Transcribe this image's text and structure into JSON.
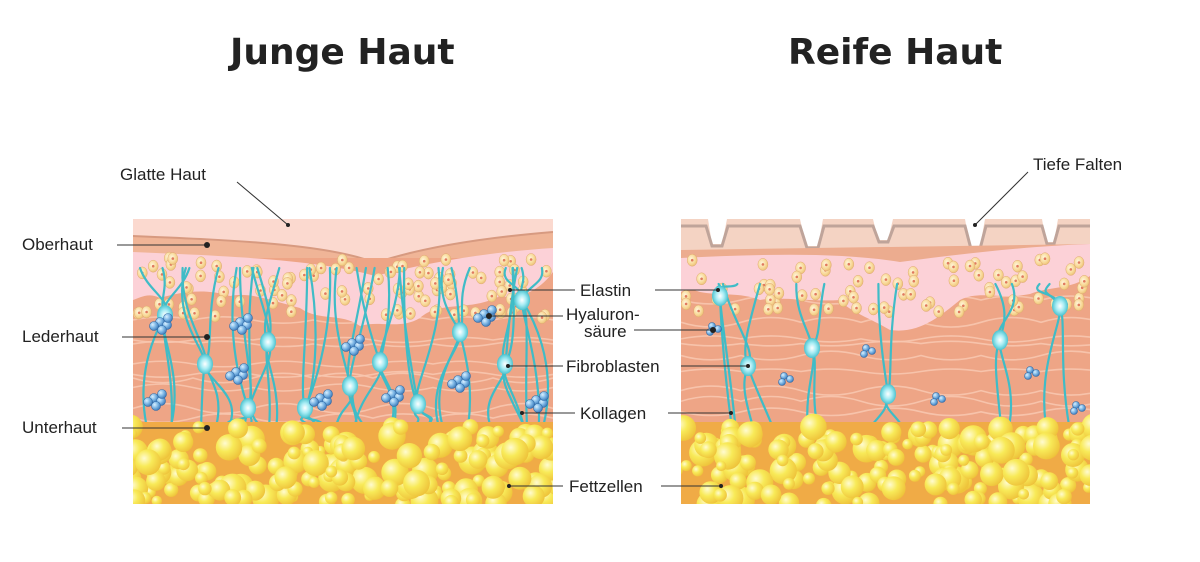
{
  "titles": {
    "young": "Junge Haut",
    "mature": "Reife Haut"
  },
  "labels": {
    "glatte_haut": "Glatte Haut",
    "tiefe_falten": "Tiefe Falten",
    "oberhaut": "Oberhaut",
    "lederhaut": "Lederhaut",
    "unterhaut": "Unterhaut",
    "elastin": "Elastin",
    "hyaluron_line1": "Hyaluron-",
    "hyaluron_line2": "säure",
    "fibroblasten": "Fibroblasten",
    "kollagen": "Kollagen",
    "fettzellen": "Fettzellen"
  },
  "colors": {
    "surface": "#fbd9cf",
    "epidermis": "#f2b79d",
    "epidermis_dark": "#cf9278",
    "dermis": "#efa889",
    "dermis_light": "#f8c8b0",
    "elastin_band": "#fcd3d8",
    "elastin_cell": "#f7d28a",
    "fibre": "#3fbcc7",
    "fibroblast": "#9fe3ee",
    "hyaluron": "#4a90c8",
    "fat_base": "#f0ad45",
    "fat_cell": "#f7e44a",
    "fat_highlight": "#fff9b8",
    "text": "#222222",
    "line": "#333333"
  }
}
